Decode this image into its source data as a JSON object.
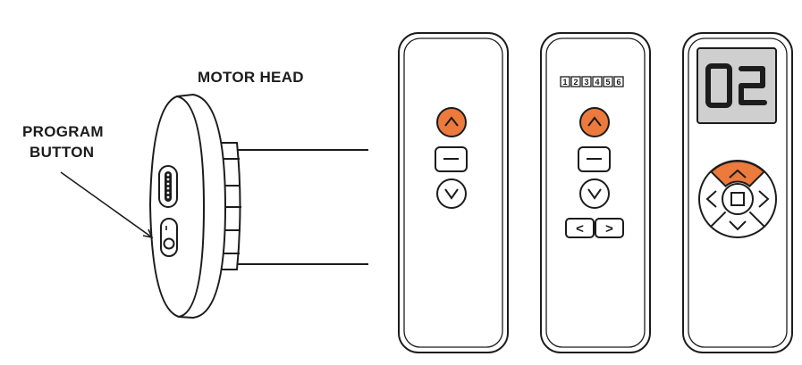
{
  "labels": {
    "motor_head": "MOTOR HEAD",
    "program_line1": "PROGRAM",
    "program_line2": "BUTTON"
  },
  "remotes": {
    "single": {
      "up_icon": "chevron-up-icon",
      "stop_icon": "dash-icon",
      "down_icon": "chevron-down-icon"
    },
    "six_channel": {
      "channels": [
        "1",
        "2",
        "3",
        "4",
        "5",
        "6"
      ],
      "up_icon": "chevron-up-icon",
      "stop_icon": "dash-icon",
      "down_icon": "chevron-down-icon",
      "left_label": "<",
      "right_label": ">"
    },
    "lcd": {
      "display": "02",
      "pad_icons": [
        "chevron-up-icon",
        "chevron-left-icon",
        "square-stop-icon",
        "chevron-right-icon",
        "chevron-down-icon"
      ]
    }
  },
  "colors": {
    "accent": "#EB7A3C",
    "outline": "#1c1c1c",
    "lcd_screen": "#cfcfcf"
  }
}
